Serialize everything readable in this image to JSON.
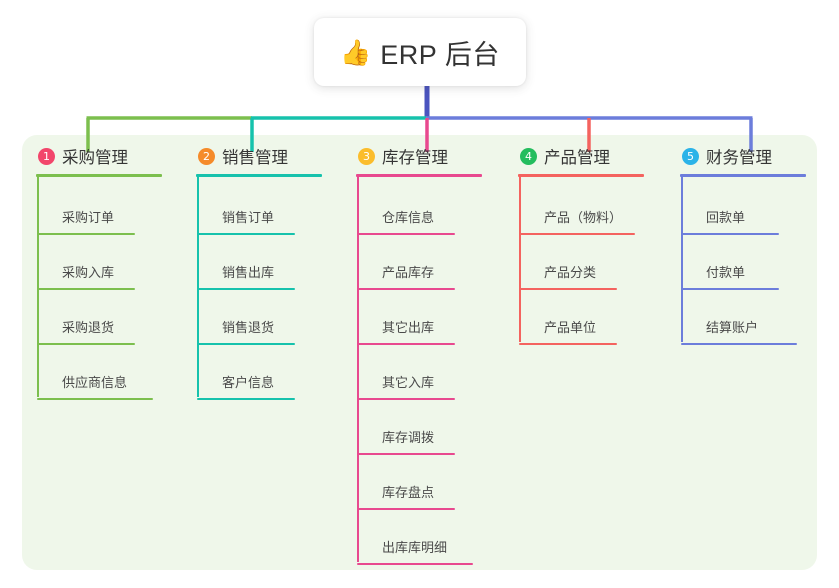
{
  "title": {
    "icon": "thumbs-up-emoji",
    "icon_glyph": "👍",
    "text": "ERP 后台"
  },
  "colors": {
    "panel_bg": "#eff7ea",
    "page_bg": "#ffffff",
    "trunk": "#4a54bf",
    "green": "#7cbf4e",
    "teal": "#16c2ac",
    "pink": "#e8498f",
    "salmon": "#f4635f",
    "blue": "#6c7ddb",
    "badge_1": "#f2466b",
    "badge_2": "#f58b2a",
    "badge_3": "#fbbd2c",
    "badge_4": "#24bd5e",
    "badge_5": "#2bb3e8"
  },
  "columns": [
    {
      "badge": "1",
      "badge_color": "#f2466b",
      "title": "采购管理",
      "line_color": "#7cbf4e",
      "items": [
        {
          "label": "采购订单"
        },
        {
          "label": "采购入库"
        },
        {
          "label": "采购退货"
        },
        {
          "label": "供应商信息",
          "wide": true
        }
      ]
    },
    {
      "badge": "2",
      "badge_color": "#f58b2a",
      "title": "销售管理",
      "line_color": "#16c2ac",
      "items": [
        {
          "label": "销售订单"
        },
        {
          "label": "销售出库"
        },
        {
          "label": "销售退货"
        },
        {
          "label": "客户信息"
        }
      ]
    },
    {
      "badge": "3",
      "badge_color": "#fbbd2c",
      "title": "库存管理",
      "line_color": "#e8498f",
      "items": [
        {
          "label": "仓库信息"
        },
        {
          "label": "产品库存"
        },
        {
          "label": "其它出库"
        },
        {
          "label": "其它入库"
        },
        {
          "label": "库存调拨"
        },
        {
          "label": "库存盘点"
        },
        {
          "label": "出库库明细",
          "wide": true
        }
      ]
    },
    {
      "badge": "4",
      "badge_color": "#24bd5e",
      "title": "产品管理",
      "line_color": "#f4635f",
      "items": [
        {
          "label": "产品（物料）",
          "wide": true
        },
        {
          "label": "产品分类"
        },
        {
          "label": "产品单位"
        }
      ]
    },
    {
      "badge": "5",
      "badge_color": "#2bb3e8",
      "title": "财务管理",
      "line_color": "#6c7ddb",
      "items": [
        {
          "label": "回款单"
        },
        {
          "label": "付款单"
        },
        {
          "label": "结算账户",
          "wide": true
        }
      ]
    }
  ]
}
